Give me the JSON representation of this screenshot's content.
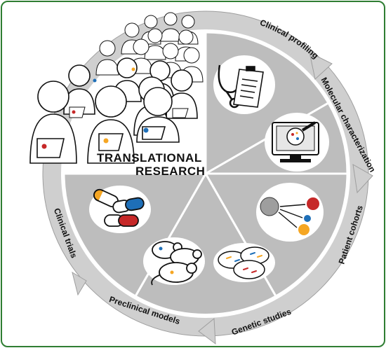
{
  "title": {
    "line1": "TRANSLATIONAL",
    "line2": "RESEARCH"
  },
  "ring_labels": {
    "clinical_profiling": "Clinical profiling",
    "molecular_characterization": "Molecular characterization",
    "patient_cohorts": "Patient cohorts",
    "genetic_studies": "Genetic studies",
    "preclinical_models": "Preclinical models",
    "clinical_trials": "Clinical trials"
  },
  "colors": {
    "frame": "#2e7d32",
    "ring": "#c9c9c9",
    "sector": "#bdbdbd",
    "red": "#c62828",
    "blue": "#1e6fb8",
    "orange": "#f5a623"
  },
  "icons": [
    "people-group-icon",
    "stethoscope-icon",
    "clipboard-icon",
    "computer-microscope-icon",
    "cell-division-icon",
    "petri-dish-icon",
    "mice-icon",
    "pills-icon"
  ]
}
